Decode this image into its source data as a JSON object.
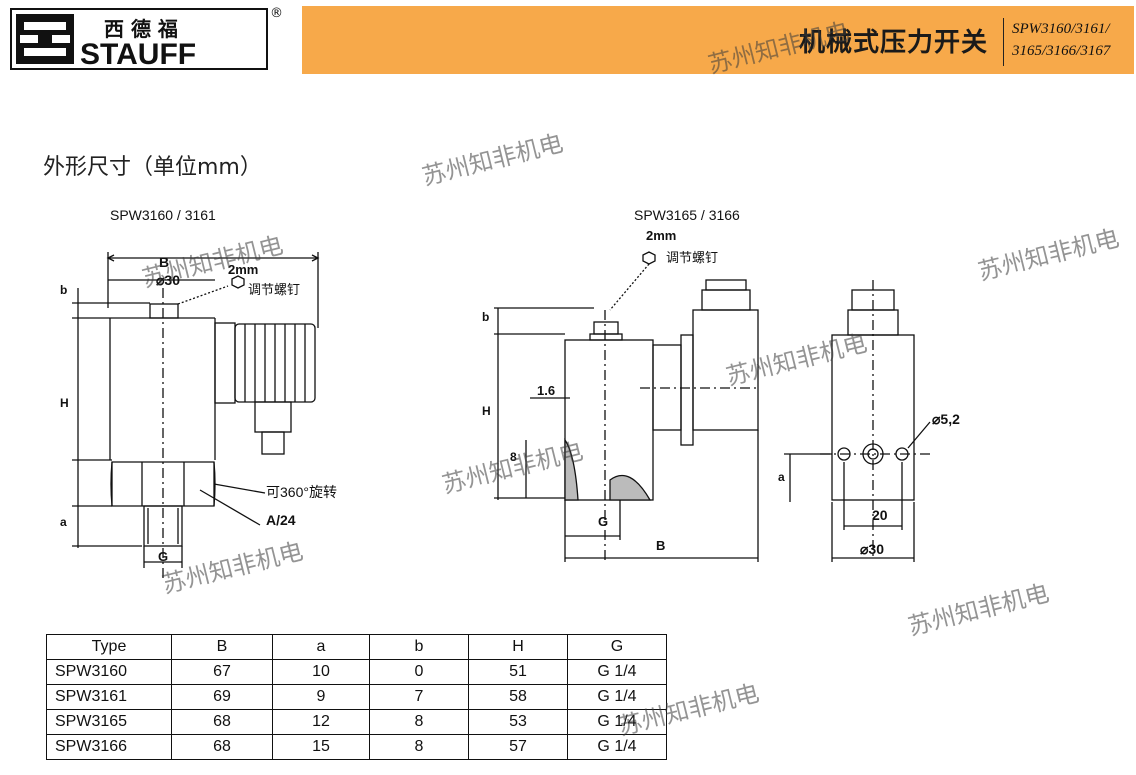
{
  "header": {
    "brand_cn": "西 德 福",
    "brand_en": "STAUFF",
    "registered_mark": "®",
    "product_title": "机械式压力开关",
    "model_codes_line1": "SPW3160/3161/",
    "model_codes_line2": "3165/3166/3167",
    "band_color": "#f7a94a"
  },
  "section_title": "外形尺寸（单位mm）",
  "drawing1": {
    "title": "SPW3160 / 3161",
    "dim_B": "B",
    "dim_diam": "⌀30",
    "dim_b": "b",
    "dim_H": "H",
    "dim_a": "a",
    "dim_G": "G",
    "screw_size": "2mm",
    "screw_label": "调节螺钉",
    "rotate_label": "可360°旋转",
    "wrench": "A/24"
  },
  "drawing2": {
    "title": "SPW3165 / 3166",
    "screw_size": "2mm",
    "screw_label": "调节螺钉",
    "dim_b": "b",
    "dim_H": "H",
    "dim_16": "1.6",
    "dim_8": "8",
    "dim_G": "G",
    "dim_B": "B",
    "dim_hole": "⌀5,2",
    "dim_a": "a",
    "dim_20": "20",
    "dim_diam": "⌀30"
  },
  "table": {
    "headers": [
      "Type",
      "B",
      "a",
      "b",
      "H",
      "G"
    ],
    "rows": [
      [
        "SPW3160",
        "67",
        "10",
        "0",
        "51",
        "G 1/4"
      ],
      [
        "SPW3161",
        "69",
        "9",
        "7",
        "58",
        "G 1/4"
      ],
      [
        "SPW3165",
        "68",
        "12",
        "8",
        "53",
        "G 1/4"
      ],
      [
        "SPW3166",
        "68",
        "15",
        "8",
        "57",
        "G 1/4"
      ]
    ]
  },
  "watermark": "苏州知非机电"
}
